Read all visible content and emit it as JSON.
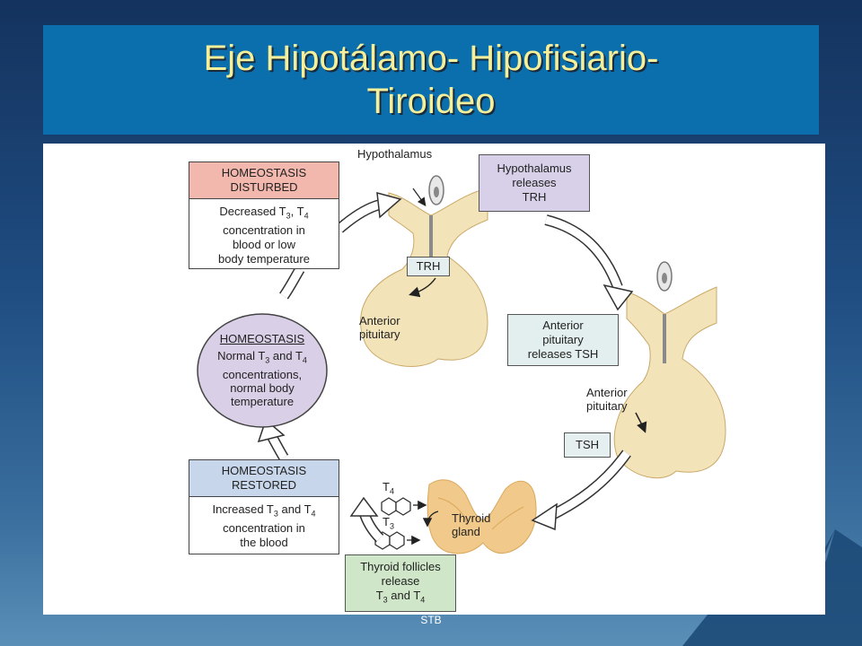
{
  "slide": {
    "title_line1": "Eje Hipotálamo- Hipofisiario-",
    "title_line2": "Tiroideo",
    "footer": "STB"
  },
  "diagram": {
    "hypothalamus_label": "Hypothalamus",
    "step1": {
      "line1": "Hypothalamus",
      "line2": "releases",
      "line3": "TRH"
    },
    "trh_tag": "TRH",
    "anterior_pituitary_1": {
      "line1": "Anterior",
      "line2": "pituitary"
    },
    "step2": {
      "line1": "Anterior",
      "line2": "pituitary",
      "line3": "releases TSH"
    },
    "anterior_pituitary_2": {
      "line1": "Anterior",
      "line2": "pituitary"
    },
    "tsh_tag": "TSH",
    "thyroid_label": {
      "line1": "Thyroid",
      "line2": "gland"
    },
    "t4_label": "T",
    "t4_sub": "4",
    "t3_label": "T",
    "t3_sub": "3",
    "step3": {
      "line1": "Thyroid follicles",
      "line2": "release",
      "line3_a": "T",
      "line3_sub1": "3",
      "line3_b": " and T",
      "line3_sub2": "4"
    },
    "disturbed": {
      "head1": "HOMEOSTASIS",
      "head2": "DISTURBED",
      "b1a": "Decreased T",
      "b1s": "3",
      "b1b": ", T",
      "b1s2": "4",
      "b2": "concentration in",
      "b3": "blood or low",
      "b4": "body temperature"
    },
    "homeostasis": {
      "head": "HOMEOSTASIS",
      "b1a": "Normal T",
      "b1s": "3",
      "b1b": " and T",
      "b1s2": "4",
      "b2": "concentrations,",
      "b3": "normal body",
      "b4": "temperature"
    },
    "restored": {
      "head1": "HOMEOSTASIS",
      "head2": "RESTORED",
      "b1a": "Increased T",
      "b1s": "3",
      "b1b": " and T",
      "b1s2": "4",
      "b2": "concentration in",
      "b3": "the blood"
    }
  },
  "colors": {
    "title_bg": "#0b6fae",
    "title_text": "#f4ef9a",
    "disturbed_head": "#f2b8ad",
    "restored_head": "#c7d6ea",
    "homeostasis_circle": "#d9cfe6",
    "step1_box": "#d8d0e8",
    "step2_box": "#e3eeee",
    "step3_box": "#cfe6c8",
    "tissue": "#f3e3b8",
    "thyroid": "#f1c98a"
  }
}
